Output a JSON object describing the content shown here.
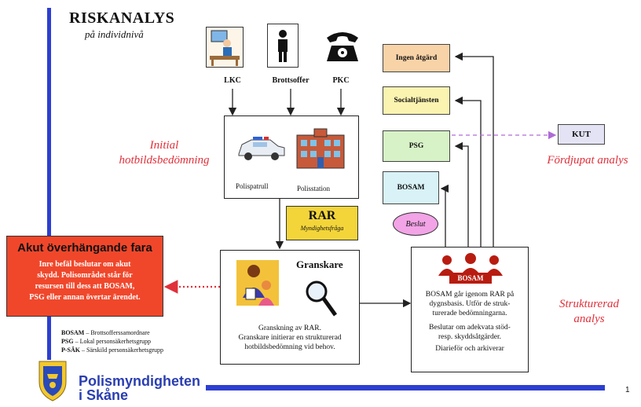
{
  "header": {
    "title": "RISKANALYS",
    "subtitle": "på individnivå"
  },
  "sources": [
    {
      "label": "LKC",
      "icon": "officer-at-desk-icon"
    },
    {
      "label": "Brottsoffer",
      "icon": "person-icon"
    },
    {
      "label": "PKC",
      "icon": "telephone-icon"
    }
  ],
  "initial": {
    "side_label_1": "Initial",
    "side_label_2": "hotbildsbedömning",
    "car_label": "Polispatrull",
    "station_label": "Polisstation"
  },
  "rar": {
    "title": "RAR",
    "subtitle": "Myndighetsfråga"
  },
  "granskare": {
    "title": "Granskare",
    "text_1": "Granskning av RAR.",
    "text_2": "Granskare initierar en strukturerad",
    "text_3": "hotbildsbedömning vid behov."
  },
  "akut": {
    "title": "Akut överhängande fara",
    "text_1": "Inre befäl beslutar om akut",
    "text_2": "skydd. Polisområdet står för",
    "text_3": "resursen till dess att BOSAM,",
    "text_4": "PSG eller annan övertar ärendet."
  },
  "legend": [
    {
      "key": "BOSAM",
      "desc": "– Brottsofferssamordnare"
    },
    {
      "key": "PSG",
      "desc": "– Lokal personsäkerhetsgrupp"
    },
    {
      "key": "P-SÄK",
      "desc": "– Särskild personsäkerhetsgrupp"
    }
  ],
  "outcomes": [
    {
      "label": "Ingen åtgärd",
      "color": "#f9d3a8"
    },
    {
      "label": "Socialtjänsten",
      "color": "#fbf3b0"
    },
    {
      "label": "PSG",
      "color": "#d7f2c6"
    },
    {
      "label": "BOSAM",
      "color": "#d8f2f7"
    }
  ],
  "kut": {
    "label": "KUT",
    "color": "#e3e3f5",
    "side_label": "Fördjupat analys"
  },
  "beslut": {
    "label": "Beslut",
    "color": "#f2a4e6"
  },
  "bosam": {
    "badge": "BOSAM",
    "text_1": "BOSAM går igenom RAR på",
    "text_2": "dygnsbasis. Utför de struk-",
    "text_3": "turerade bedömningarna.",
    "text_4": "Beslutar om adekvata stöd-",
    "text_5": "resp. skyddsåtgärder.",
    "text_6": "Diarieför och arkiverar",
    "side_label_1": "Strukturerad",
    "side_label_2": "analys"
  },
  "footer": {
    "org_line_1": "Polismyndigheten",
    "org_line_2": "i Skåne",
    "page": "1"
  },
  "colors": {
    "accent_blue": "#2d3fd0",
    "alert_red": "#f0472b",
    "italic_red": "#e0303a",
    "rar_yellow": "#f3d53a"
  }
}
